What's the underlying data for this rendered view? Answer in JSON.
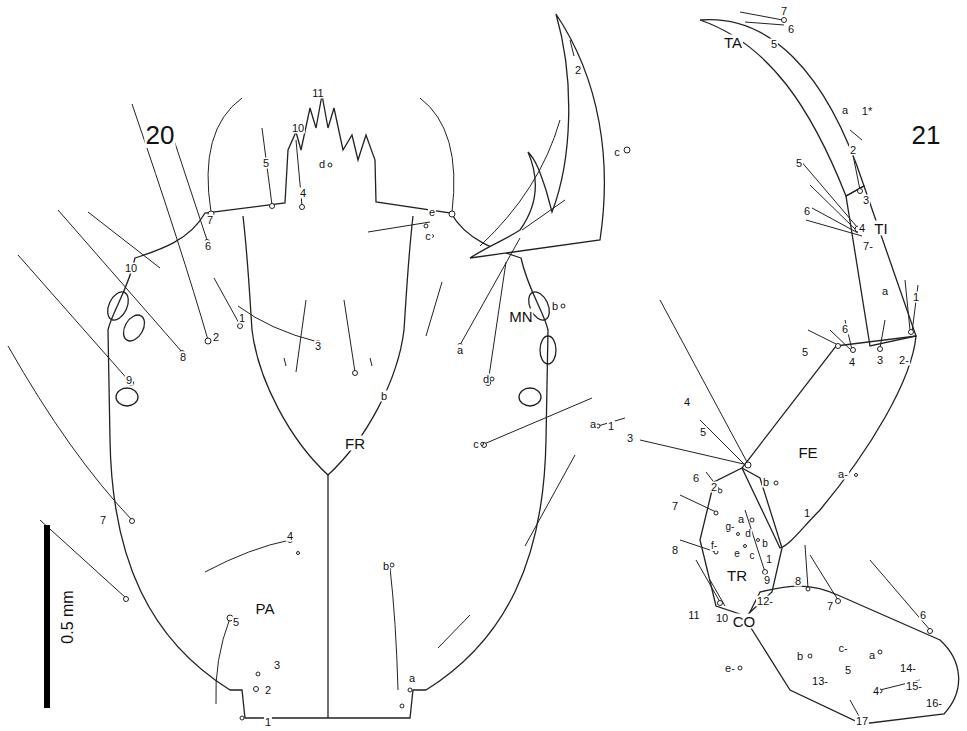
{
  "diagram": {
    "labels": [
      "20",
      "11",
      "10",
      "5",
      "4",
      "7",
      "6",
      "d",
      "e",
      "c",
      "1",
      "2",
      "3",
      "10",
      "8",
      "9",
      "a",
      "d",
      "b",
      "FR",
      "c",
      "7",
      "6",
      "4",
      "b",
      "PA",
      "5",
      "3",
      "2",
      "1",
      "a",
      "MN",
      "b",
      "2",
      "c",
      "a",
      "1",
      "0.5 mm",
      "21",
      "TA",
      "7",
      "6",
      "5",
      "a",
      "1*",
      "2",
      "3",
      "5",
      "6",
      "4",
      "7-",
      "TI",
      "a",
      "1",
      "6",
      "5",
      "4",
      "3",
      "2-",
      "FE",
      "a-",
      "4",
      "3",
      "5",
      "b",
      "1",
      "6",
      "2",
      "a",
      "7",
      "g-",
      "f-",
      "d",
      "e",
      "c",
      "b",
      "1",
      "8",
      "TR",
      "9",
      "12-",
      "8",
      "11",
      "10",
      "CO",
      "7",
      "6",
      "c-",
      "a",
      "b",
      "e-",
      "13-",
      "5",
      "4",
      "14-",
      "15-",
      "16-",
      "17"
    ]
  }
}
